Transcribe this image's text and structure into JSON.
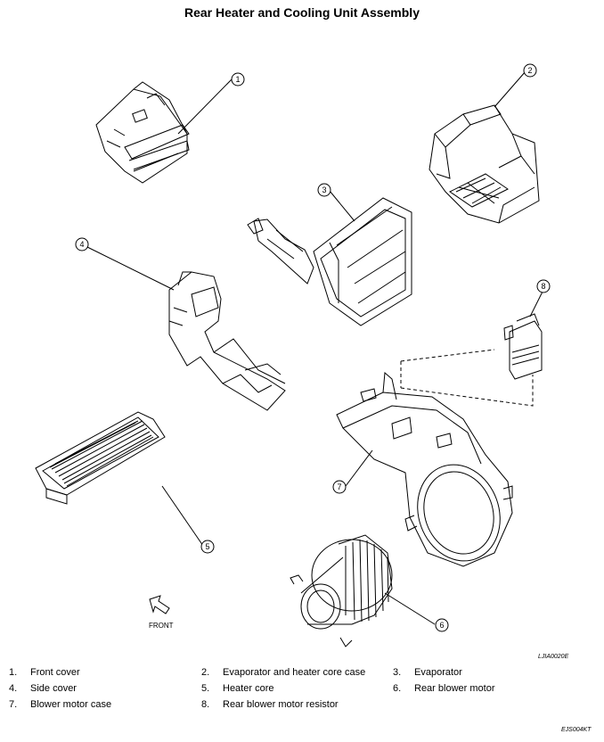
{
  "title": "Rear Heater and Cooling Unit Assembly",
  "callouts": [
    "1",
    "2",
    "3",
    "4",
    "5",
    "6",
    "7",
    "8"
  ],
  "front_label": "FRONT",
  "figure_code": "LJIA0020E",
  "page_code": "EJS004KT",
  "legend": [
    {
      "num": "1.",
      "label": "Front cover"
    },
    {
      "num": "2.",
      "label": "Evaporator and heater core case"
    },
    {
      "num": "3.",
      "label": "Evaporator"
    },
    {
      "num": "4.",
      "label": "Side cover"
    },
    {
      "num": "5.",
      "label": "Heater core"
    },
    {
      "num": "6.",
      "label": "Rear blower motor"
    },
    {
      "num": "7.",
      "label": "Blower motor case"
    },
    {
      "num": "8.",
      "label": "Rear blower motor resistor"
    }
  ]
}
